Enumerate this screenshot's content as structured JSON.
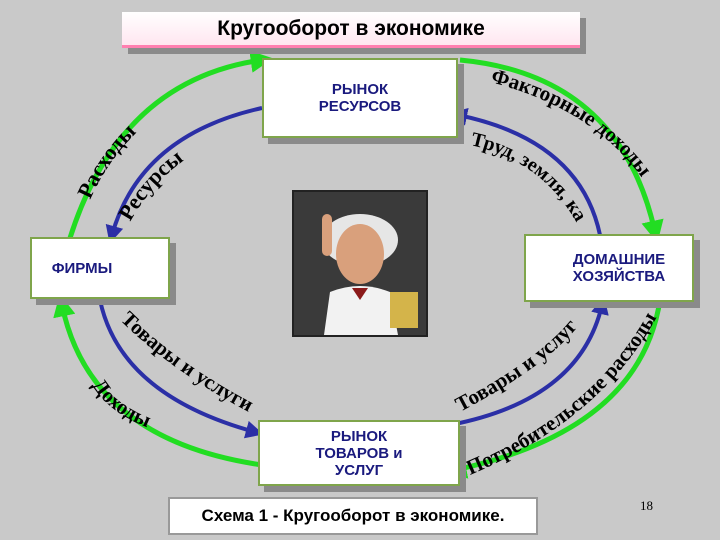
{
  "title": "Кругооборот в экономике",
  "boxes": {
    "resource_market": "РЫНОК РЕСУРСОВ",
    "firms": "ФИРМЫ",
    "households": "ДОМАШНИЕ ХОЗЯЙСТВА",
    "goods_market": "РЫНОК  ТОВАРОВ и УСЛУГ"
  },
  "arc_labels": {
    "factor_income": "Факторные доходы",
    "labor_land_capital": "Труд, земля, капитал",
    "expenses": "Расходы",
    "resources": "Ресурсы",
    "goods_services_left": "Товары и услуги",
    "income": "Доходы",
    "goods_services_right": "Товары и услуги",
    "consumer_expenses": "Потребительские расходы"
  },
  "caption": "Схема 1 - Кругооборот в экономике.",
  "page_number": "18",
  "colors": {
    "green_arrow": "#22dd22",
    "blue_arrow": "#2b2fa6",
    "box_border": "#7fa54b",
    "text_dark": "#1a1a7e"
  }
}
